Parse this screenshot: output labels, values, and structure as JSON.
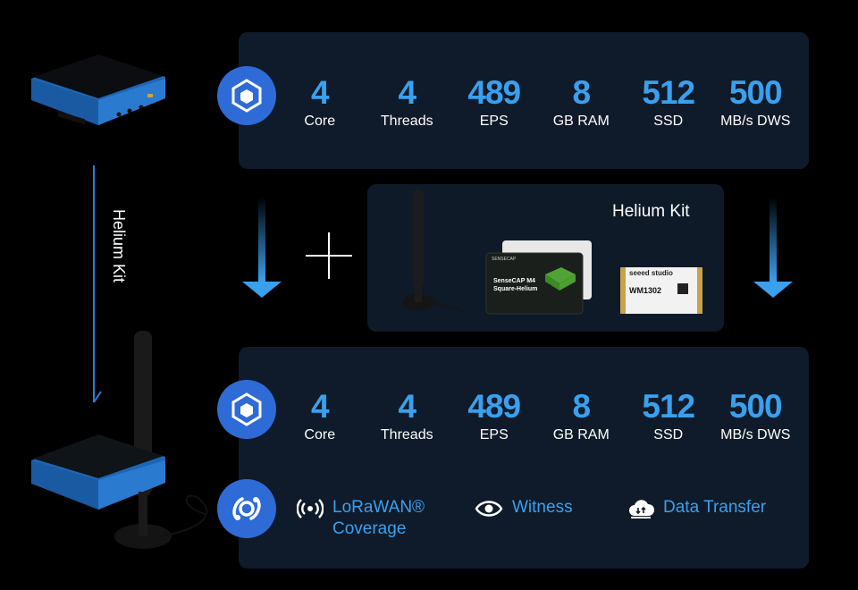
{
  "top_panel": {
    "specs": [
      {
        "value": "4",
        "label": "Core"
      },
      {
        "value": "4",
        "label": "Threads"
      },
      {
        "value": "489",
        "label": "EPS"
      },
      {
        "value": "8",
        "label": "GB RAM"
      },
      {
        "value": "512",
        "label": "SSD"
      },
      {
        "value": "500",
        "label": "MB/s DWS"
      }
    ],
    "icon": "hexagon-cube-icon"
  },
  "side_label": "Helium Kit",
  "kit_panel": {
    "title": "Helium Kit",
    "card_title": "SenseCAP M4",
    "card_subtitle": "Square-Helium",
    "card_brand": "SENSECAP",
    "module_brand": "seeed studio",
    "module_model": "WM1302"
  },
  "bottom_panel": {
    "specs": [
      {
        "value": "4",
        "label": "Core"
      },
      {
        "value": "4",
        "label": "Threads"
      },
      {
        "value": "489",
        "label": "EPS"
      },
      {
        "value": "8",
        "label": "GB RAM"
      },
      {
        "value": "512",
        "label": "SSD"
      },
      {
        "value": "500",
        "label": "MB/s DWS"
      }
    ],
    "features": [
      {
        "line1": "LoRaWAN®",
        "line2": "Coverage",
        "icon": "broadcast-icon"
      },
      {
        "line1": "Witness",
        "icon": "eye-icon"
      },
      {
        "line1": "Data Transfer",
        "icon": "cloud-transfer-icon"
      }
    ],
    "icons": [
      "hexagon-cube-icon",
      "helium-logo-icon"
    ]
  },
  "colors": {
    "accent": "#3aa0ee",
    "panel": "#0f1b2a",
    "icon_circle": "#2f6bd6",
    "device_blue": "#1f6fc4"
  }
}
